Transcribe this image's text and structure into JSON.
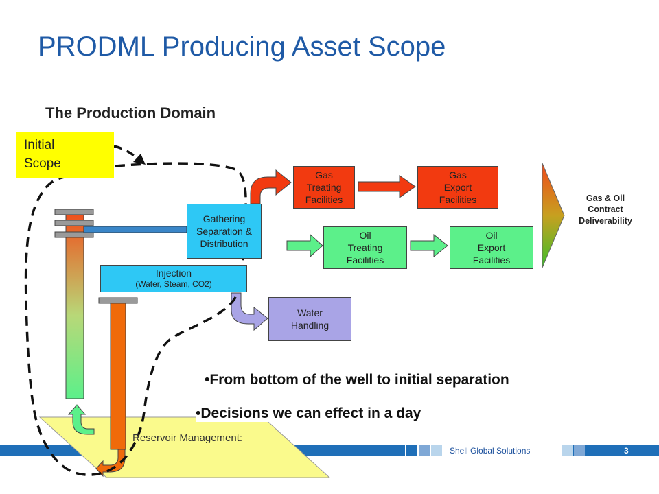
{
  "title": "PRODML Producing Asset Scope",
  "subtitle": "The Production Domain",
  "initial_scope": {
    "line1": "Initial",
    "line2": "Scope"
  },
  "boxes": {
    "gas_treating": [
      "Gas",
      "Treating",
      "Facilities"
    ],
    "gas_export": [
      "Gas",
      "Export",
      "Facilities"
    ],
    "gathering": [
      "Gathering",
      "Separation &",
      "Distribution"
    ],
    "oil_treating": [
      "Oil",
      "Treating",
      "Facilities"
    ],
    "oil_export": [
      "Oil",
      "Export",
      "Facilities"
    ],
    "injection": {
      "title": "Injection",
      "detail": "(Water,  Steam, CO2)"
    },
    "water_handling": [
      "Water",
      "Handling"
    ]
  },
  "deliverability": [
    "Gas & Oil",
    "Contract",
    "Deliverability"
  ],
  "bullets": [
    "•From bottom of the well to initial separation",
    "•Decisions we can effect in a day"
  ],
  "reservoir_label": "Reservoir Management:",
  "footer": {
    "company": "Shell Global Solutions",
    "page_number": "3"
  },
  "colors": {
    "title": "#1f5aa6",
    "footer_bar": "#1f6fb8",
    "gas": "#f23a10",
    "oil": "#5cf08a",
    "gathering": "#2ec8f5",
    "water": "#a9a4e6",
    "initial_scope": "#ffff00",
    "reservoir": "#fafa8c",
    "injector_well": "#f06a0a"
  }
}
